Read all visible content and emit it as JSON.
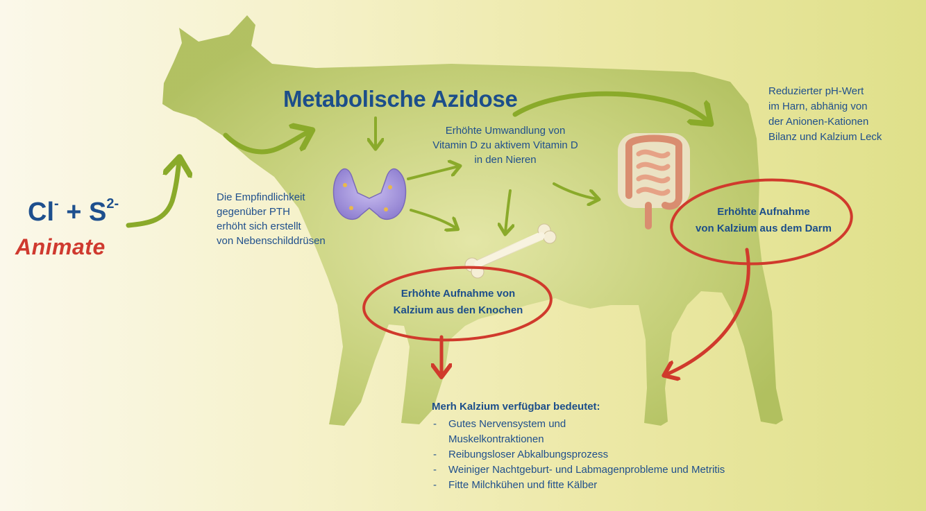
{
  "title": "Metabolische Azidose",
  "formula": {
    "part1": "Cl",
    "sup1": "-",
    "plus": " + S",
    "sup2": "2-"
  },
  "brand": "Animate",
  "labels": {
    "pth": [
      "Die Empfindlichkeit",
      "gegenüber PTH",
      "erhöht sich erstellt",
      "von Nebenschilddrüsen"
    ],
    "vitamin_d": [
      "Erhöhte Umwandlung von",
      "Vitamin D zu aktivem Vitamin D",
      "in den Nieren"
    ],
    "ph": [
      "Reduzierter pH-Wert",
      "im Harn, abhänig von",
      "der Anionen-Kationen",
      "Bilanz und Kalzium Leck"
    ],
    "bone_uptake": [
      "Erhöhte Aufnahme von",
      "Kalzium aus den Knochen"
    ],
    "gut_uptake": [
      "Erhöhte Aufnahme",
      "von Kalzium aus dem Darm"
    ]
  },
  "benefits": {
    "title": "Merh Kalzium verfügbar bedeutet:",
    "items": [
      "Gutes Nervensystem und Muskelkontraktionen",
      "Reibungsloser Abkalbungsprozess",
      "Weiniger Nachtgeburt- und Labmagenprobleme und Metritis",
      "Fitte Milchkühen und fitte Kälber"
    ]
  },
  "colors": {
    "text": "#1f4f8c",
    "green_arrow": "#8aaa2a",
    "red_arrow": "#d03a2c",
    "cow": "#b9c76a"
  },
  "icons": [
    "cow-silhouette",
    "thyroid-gland-icon",
    "bone-icon",
    "intestine-icon"
  ]
}
